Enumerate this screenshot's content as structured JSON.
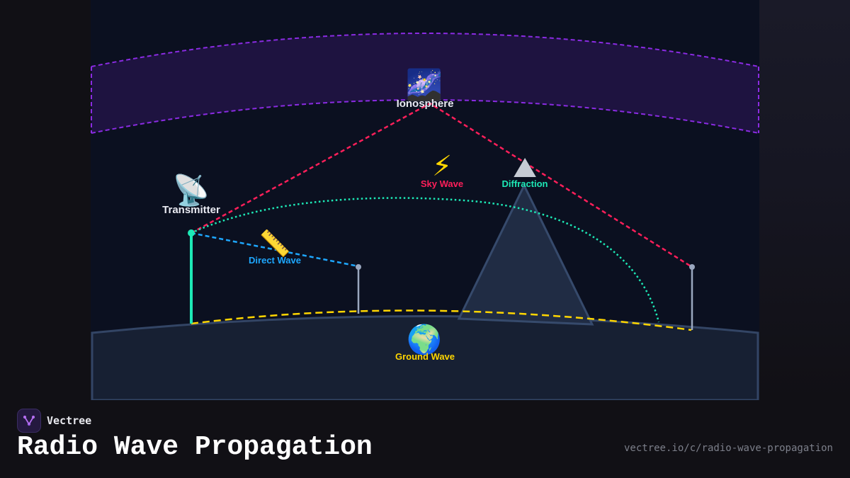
{
  "brand": {
    "name": "Vectree",
    "logo_icon": "vectree-tree-icon",
    "logo_color": "#b46ef0"
  },
  "title": "Radio Wave Propagation",
  "url": "vectree.io/c/radio-wave-propagation",
  "diagram": {
    "ionosphere": {
      "label": "Ionosphere",
      "icon": "milky-way-icon",
      "icon_glyph": "🌌",
      "color": "#8a2be2"
    },
    "transmitter": {
      "label": "Transmitter",
      "icon": "satellite-antenna-icon",
      "icon_glyph": "📡",
      "color": "#1de9b6"
    },
    "sky_wave": {
      "label": "Sky Wave",
      "icon": "lightning-icon",
      "icon_glyph": "⚡",
      "color": "#ff1f5a"
    },
    "diffraction": {
      "label": "Diffraction",
      "icon": "mountain-icon",
      "icon_glyph": "⛰",
      "color": "#1de9b6"
    },
    "direct_wave": {
      "label": "Direct Wave",
      "icon": "ruler-icon",
      "icon_glyph": "📏",
      "color": "#1ea7ff"
    },
    "ground_wave": {
      "label": "Ground Wave",
      "icon": "globe-icon",
      "icon_glyph": "🌍",
      "color": "#ffd600"
    }
  }
}
